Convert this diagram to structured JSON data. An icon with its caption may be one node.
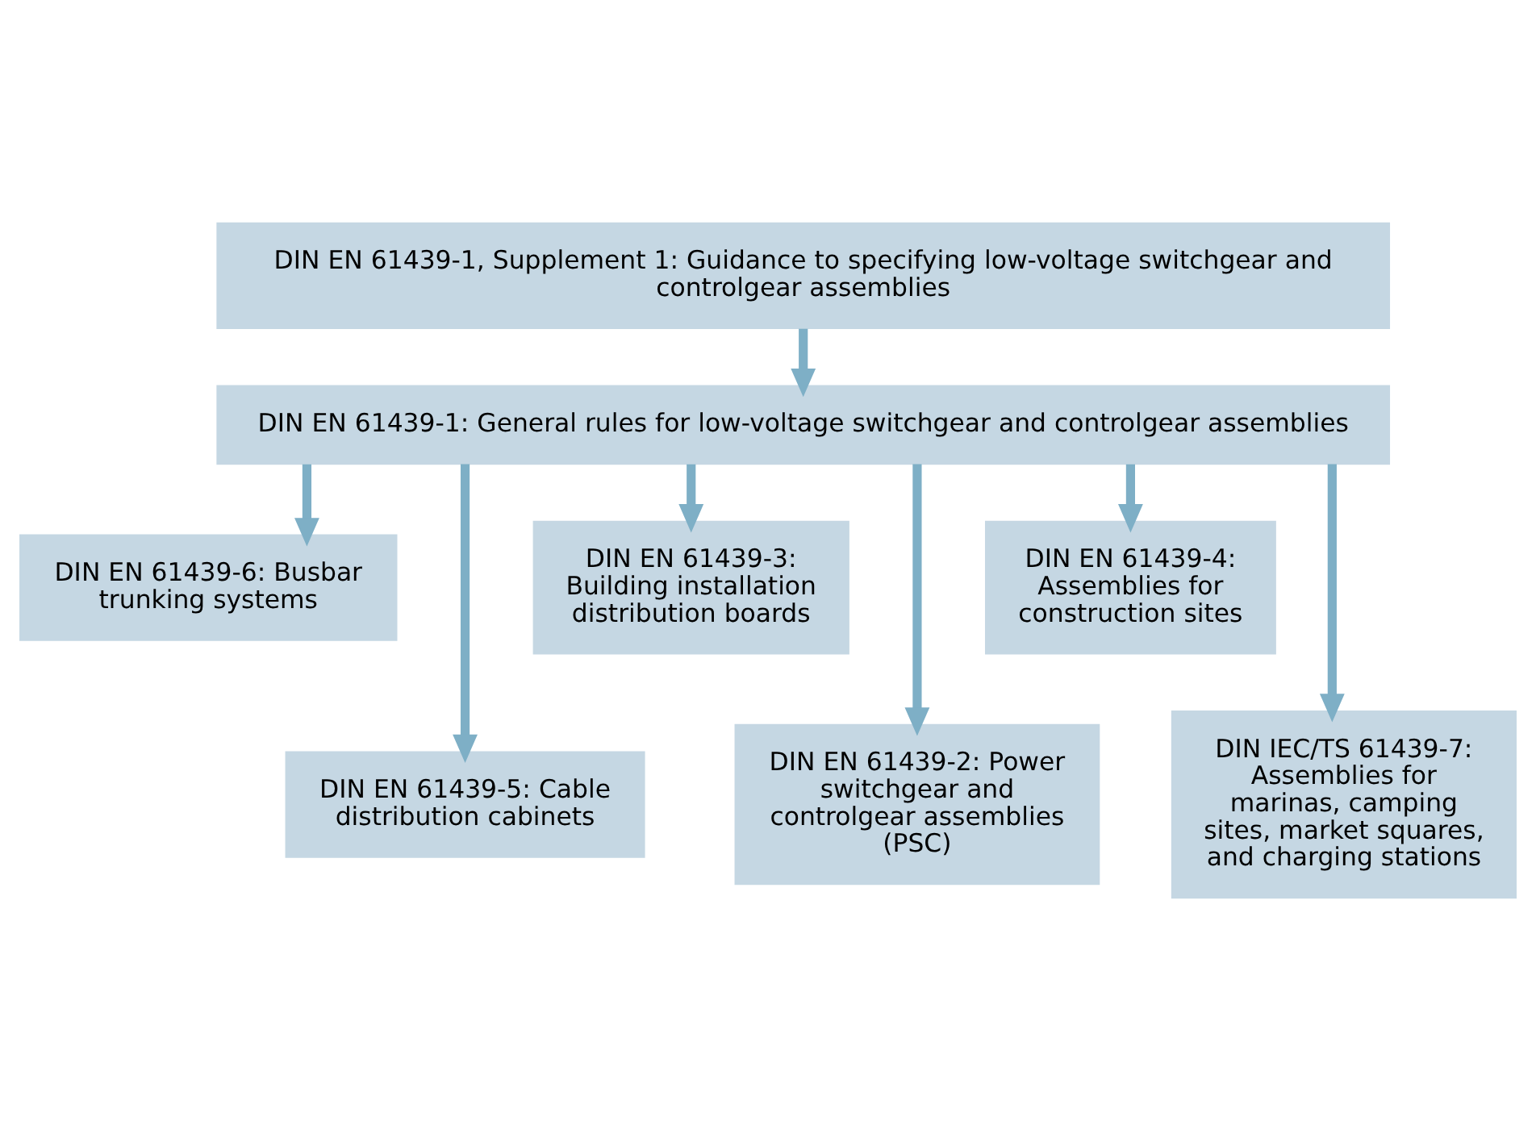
{
  "diagram": {
    "nodes": [
      {
        "text": [
          "DIN EN 61439-1, Supplement 1: Guidance to specifying low-voltage switchgear and controlgear assemblies"
        ]
      },
      {
        "text": [
          "DIN EN 61439-1: General rules for low-voltage switchgear and controlgear assemblies"
        ]
      },
      {
        "text": [
          "DIN EN 61439-6: Busbar trunking systems"
        ]
      },
      {
        "text": [
          "DIN EN 61439-3: Building installation distribution boards"
        ]
      },
      {
        "text": [
          "DIN EN 61439-4: Assemblies for construction sites"
        ]
      },
      {
        "text": [
          "DIN EN 61439-5: Cable distribution cabinets"
        ]
      },
      {
        "text": [
          "DIN EN 61439-2: Power switchgear and controlgear assemblies (PSC)"
        ]
      },
      {
        "text": [
          "DIN IEC/TS 61439-7: Assemblies for marinas, camping sites, market squares, and charging stations"
        ]
      }
    ],
    "edges": [
      {
        "from": 0,
        "to": 1,
        "arrow": "to"
      },
      {
        "from": 1,
        "to": 2,
        "arrow": "to"
      },
      {
        "from": 1,
        "to": 5,
        "arrow": "to"
      },
      {
        "from": 1,
        "to": 3,
        "arrow": "to"
      },
      {
        "from": 1,
        "to": 6,
        "arrow": "to"
      },
      {
        "from": 1,
        "to": 4,
        "arrow": "to"
      },
      {
        "from": 1,
        "to": 7,
        "arrow": "to"
      }
    ]
  }
}
